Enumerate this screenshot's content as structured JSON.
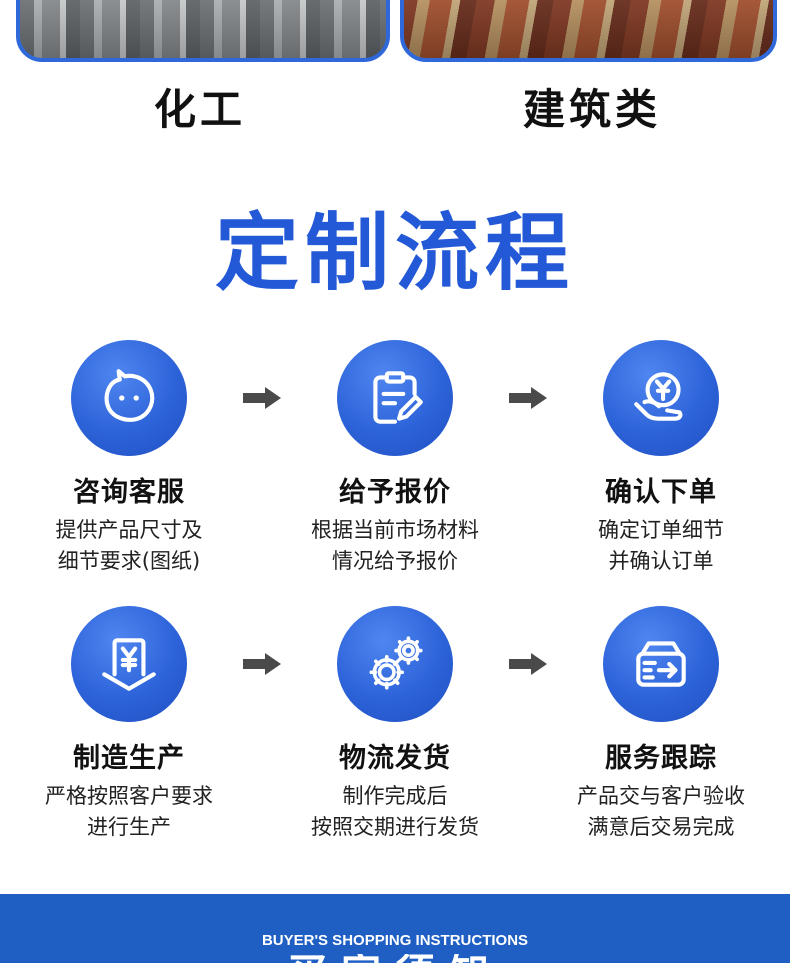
{
  "categories": {
    "left": {
      "label": "化工",
      "photo": "chemical-plant-photo"
    },
    "right": {
      "label": "建筑类",
      "photo": "construction-site-photo"
    }
  },
  "section": {
    "title": "定制流程"
  },
  "colors": {
    "brand_blue": "#2358d6",
    "circle_blue": "#2d63d9",
    "arrow_gray": "#4a4a4a",
    "footer_blue": "#1f5fc4"
  },
  "steps": [
    {
      "icon": "chat-face-icon",
      "title": "咨询客服",
      "desc": [
        "提供产品尺寸及",
        "细节要求(图纸)"
      ]
    },
    {
      "icon": "clipboard-pen-icon",
      "title": "给予报价",
      "desc": [
        "根据当前市场材料",
        "情况给予报价"
      ]
    },
    {
      "icon": "yen-hand-icon",
      "title": "确认下单",
      "desc": [
        "确定订单细节",
        "并确认订单"
      ]
    },
    {
      "icon": "yen-card-icon",
      "title": "制造生产",
      "desc": [
        "严格按照客户要求",
        "进行生产"
      ]
    },
    {
      "icon": "gears-icon",
      "title": "物流发货",
      "desc": [
        "制作完成后",
        "按照交期进行发货"
      ]
    },
    {
      "icon": "box-arrow-icon",
      "title": "服务跟踪",
      "desc": [
        "产品交与客户验收",
        "满意后交易完成"
      ]
    }
  ],
  "footer": {
    "subtitle": "BUYER'S SHOPPING INSTRUCTIONS",
    "title_partial": "买家须知"
  }
}
